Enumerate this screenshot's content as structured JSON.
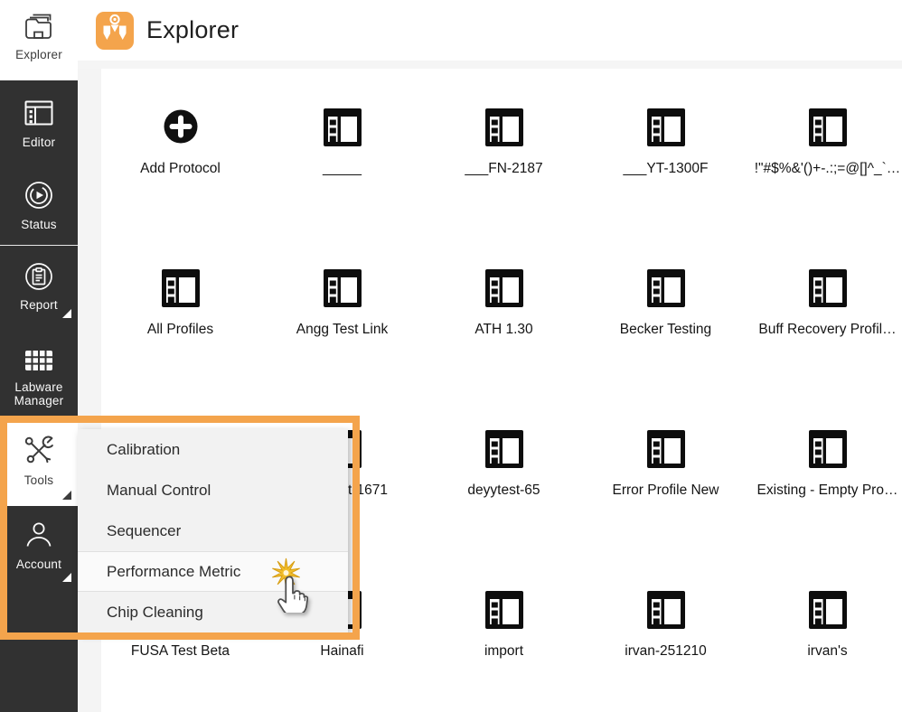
{
  "app": {
    "accent_orange": "#F4A44C",
    "sidebar_bg": "#313131"
  },
  "header": {
    "title": "Explorer",
    "logo_icon": "pipette-logo-icon"
  },
  "sidebar": {
    "items": [
      {
        "id": "explorer",
        "label": "Explorer",
        "icon": "folder-icon",
        "active": true,
        "expandable": false
      },
      {
        "id": "editor",
        "label": "Editor",
        "icon": "editor-panel-icon",
        "active": false,
        "expandable": false
      },
      {
        "id": "status",
        "label": "Status",
        "icon": "status-play-icon",
        "active": false,
        "expandable": false
      },
      {
        "id": "report",
        "label": "Report",
        "icon": "report-clipboard-icon",
        "active": false,
        "expandable": true
      },
      {
        "id": "labware",
        "label": "Labware Manager",
        "icon": "labware-grid-icon",
        "active": false,
        "expandable": false
      },
      {
        "id": "tools",
        "label": "Tools",
        "icon": "tools-icon",
        "active": true,
        "expandable": true
      },
      {
        "id": "account",
        "label": "Account",
        "icon": "account-person-icon",
        "active": false,
        "expandable": true
      }
    ]
  },
  "tools_menu": {
    "items": [
      {
        "label": "Calibration",
        "hovered": false
      },
      {
        "label": "Manual Control",
        "hovered": false
      },
      {
        "label": "Sequencer",
        "hovered": false
      },
      {
        "label": "Performance Metric",
        "hovered": true
      },
      {
        "label": "Chip Cleaning",
        "hovered": false
      }
    ]
  },
  "grid": {
    "rows": [
      [
        {
          "icon": "add-protocol-icon",
          "label": "Add Protocol"
        },
        {
          "icon": "protocol-icon",
          "label": "_____"
        },
        {
          "icon": "protocol-icon",
          "label": "___FN-2187"
        },
        {
          "icon": "protocol-icon",
          "label": "___YT-1300F"
        },
        {
          "icon": "protocol-icon",
          "label": "!\"#$%&'()+-.:;=@[]^_`…"
        }
      ],
      [
        {
          "icon": "protocol-icon",
          "label": "All Profiles"
        },
        {
          "icon": "protocol-icon",
          "label": "Angg Test Link"
        },
        {
          "icon": "protocol-icon",
          "label": "ATH 1.30"
        },
        {
          "icon": "protocol-icon",
          "label": "Becker Testing"
        },
        {
          "icon": "protocol-icon",
          "label": "Buff Recovery Profil…"
        }
      ],
      [
        {
          "icon": "none",
          "label": ""
        },
        {
          "icon": "protocol-icon",
          "label": "t-1671",
          "fragment": true
        },
        {
          "icon": "protocol-icon",
          "label": "deyytest-65"
        },
        {
          "icon": "protocol-icon",
          "label": "Error Profile New"
        },
        {
          "icon": "protocol-icon",
          "label": "Existing - Empty Pro…"
        }
      ],
      [
        {
          "icon": "protocol-icon",
          "label": "FUSA Test Beta"
        },
        {
          "icon": "protocol-icon",
          "label": "Hainafi"
        },
        {
          "icon": "protocol-icon",
          "label": "import"
        },
        {
          "icon": "protocol-icon",
          "label": "irvan-251210"
        },
        {
          "icon": "protocol-icon",
          "label": "irvan's"
        }
      ]
    ]
  },
  "cursor": {
    "pointer_icon": "hand-pointer-icon",
    "click_effect_icon": "click-starburst-icon"
  }
}
